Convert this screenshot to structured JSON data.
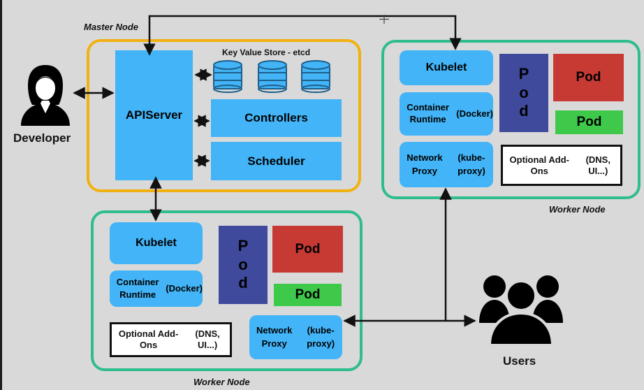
{
  "master_node": {
    "label": "Master Node",
    "api_server": {
      "line1": "API",
      "line2": "Server"
    },
    "kv_store_label": "Key Value Store - etcd",
    "controllers": "Controllers",
    "scheduler": "Scheduler"
  },
  "worker_right": {
    "label": "Worker Node",
    "kubelet": "Kubelet",
    "runtime": {
      "line1": "Container Runtime",
      "line2": "(Docker)"
    },
    "proxy": {
      "line1": "Network Proxy",
      "line2": "(kube-proxy)"
    },
    "pod_letters": [
      "P",
      "o",
      "d"
    ],
    "pod_red": "Pod",
    "pod_green": "Pod",
    "addons": {
      "line1": "Optional Add-Ons",
      "line2": "(DNS, UI...)"
    }
  },
  "worker_bottom": {
    "label": "Worker Node",
    "kubelet": "Kubelet",
    "runtime": {
      "line1": "Container Runtime",
      "line2": "(Docker)"
    },
    "proxy": {
      "line1": "Network Proxy",
      "line2": "(kube-proxy)"
    },
    "pod_letters": [
      "P",
      "o",
      "d"
    ],
    "pod_red": "Pod",
    "pod_green": "Pod",
    "addons": {
      "line1": "Optional Add-Ons",
      "line2": "(DNS, UI...)"
    }
  },
  "actors": {
    "developer": "Developer",
    "users": "Users"
  },
  "icons": {
    "developer": "person-icon",
    "users": "users-group-icon",
    "database": "database-icon",
    "cursor": "crosshair-cursor-icon"
  },
  "colors": {
    "master_border": "#f2b011",
    "worker_border": "#2fbd8c",
    "component_blue": "#42b4f7",
    "pod_navy": "#3f4a9c",
    "pod_red": "#c73a33",
    "pod_green": "#3ec94a",
    "background": "#d9d9d9"
  }
}
